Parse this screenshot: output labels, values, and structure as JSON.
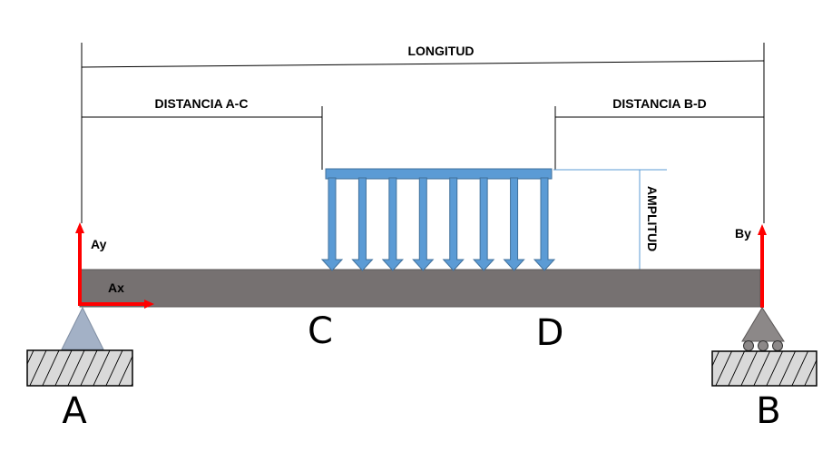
{
  "labels": {
    "length": "LONGITUD",
    "dist_ac": "DISTANCIA A-C",
    "dist_bd": "DISTANCIA B-D",
    "amplitude": "AMPLITUD",
    "ay": "Ay",
    "ax": "Ax",
    "by": "By",
    "point_a": "A",
    "point_b": "B",
    "point_c": "C",
    "point_d": "D"
  },
  "colors": {
    "beam": "#767171",
    "load": "#5b9bd5",
    "load_stroke": "#41719c",
    "reaction": "#ff0000",
    "pin_support": "#a3b1c6",
    "roller_support": "#767171",
    "ground_fill": "#d9d9d9",
    "dimension_line": "#000000",
    "amplitude_line": "#5b9bd5"
  },
  "load": {
    "type": "uniform-distributed",
    "arrow_count": 8
  }
}
